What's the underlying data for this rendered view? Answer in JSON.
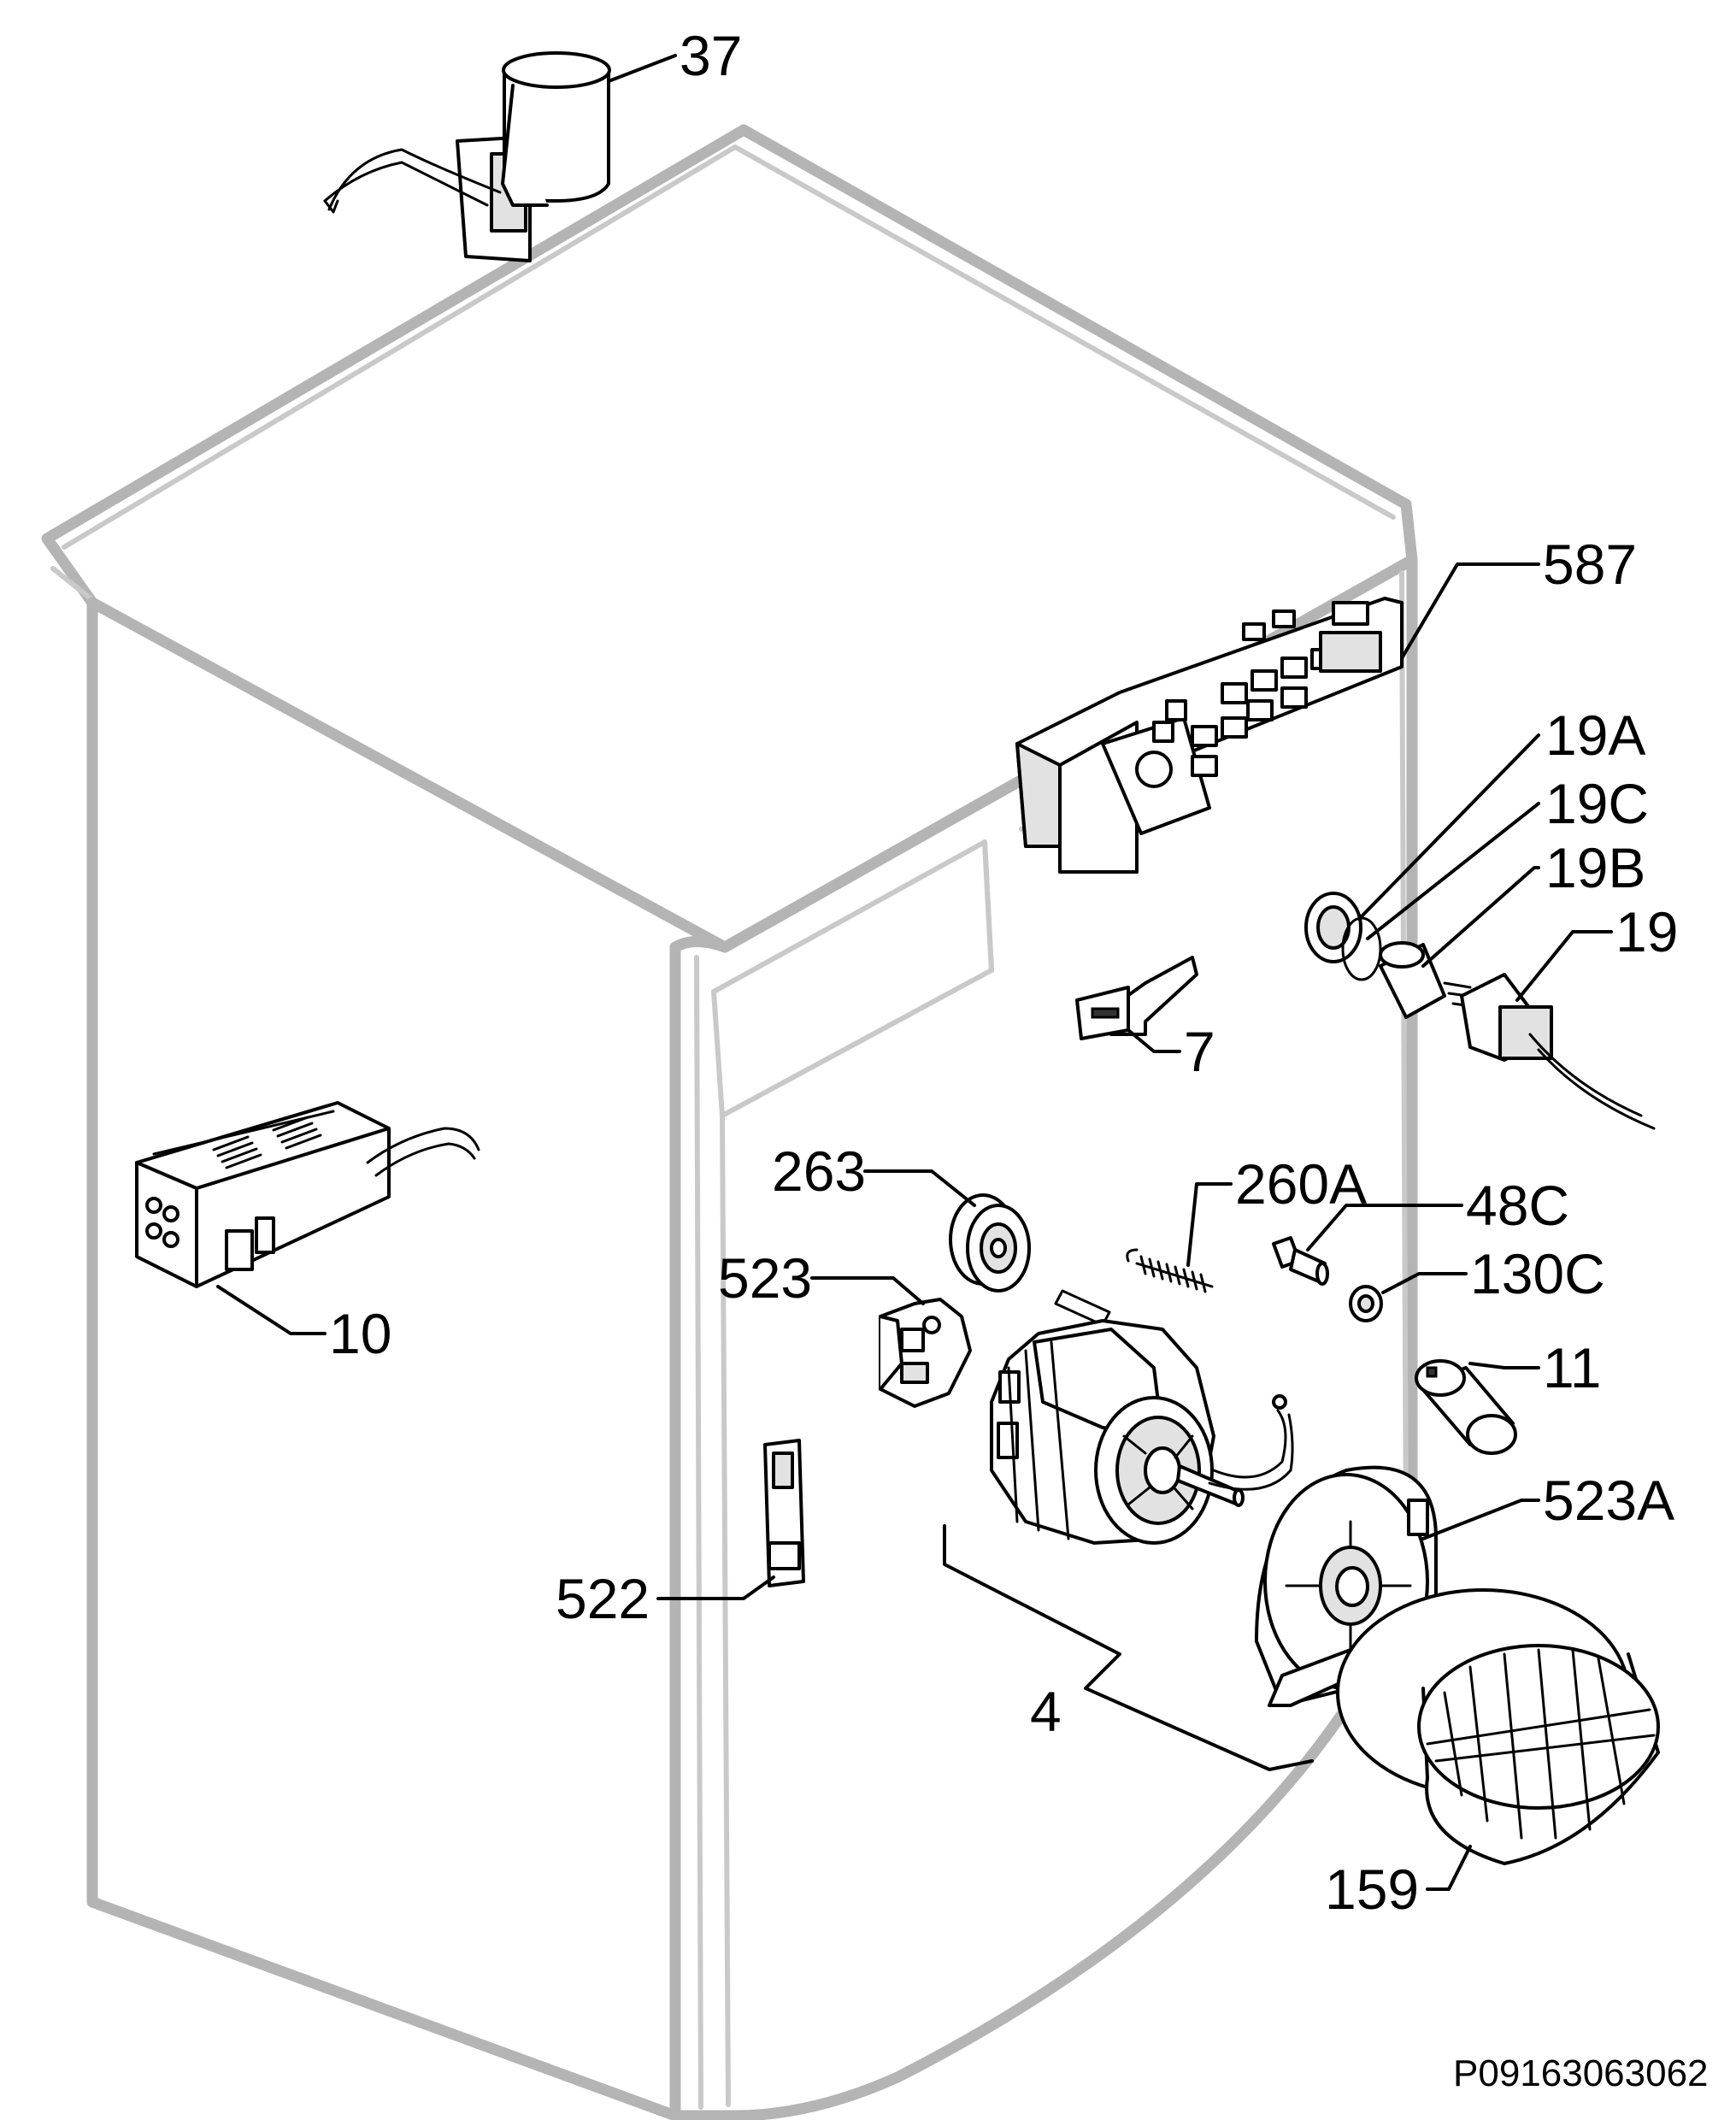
{
  "callouts": [
    {
      "id": "37",
      "label": "37"
    },
    {
      "id": "587",
      "label": "587"
    },
    {
      "id": "19A",
      "label": "19A"
    },
    {
      "id": "19C",
      "label": "19C"
    },
    {
      "id": "19B",
      "label": "19B"
    },
    {
      "id": "19",
      "label": "19"
    },
    {
      "id": "7",
      "label": "7"
    },
    {
      "id": "10",
      "label": "10"
    },
    {
      "id": "263",
      "label": "263"
    },
    {
      "id": "260A",
      "label": "260A"
    },
    {
      "id": "48C",
      "label": "48C"
    },
    {
      "id": "523",
      "label": "523"
    },
    {
      "id": "130C",
      "label": "130C"
    },
    {
      "id": "11",
      "label": "11"
    },
    {
      "id": "523A",
      "label": "523A"
    },
    {
      "id": "522",
      "label": "522"
    },
    {
      "id": "4",
      "label": "4"
    },
    {
      "id": "159",
      "label": "159"
    }
  ],
  "drawing_code": "P09163063062",
  "colors": {
    "ink": "#000000",
    "cabinet_outline": "#b4b4b4",
    "part_fill": "#ffffff",
    "part_shade": "#e2e2e2"
  }
}
